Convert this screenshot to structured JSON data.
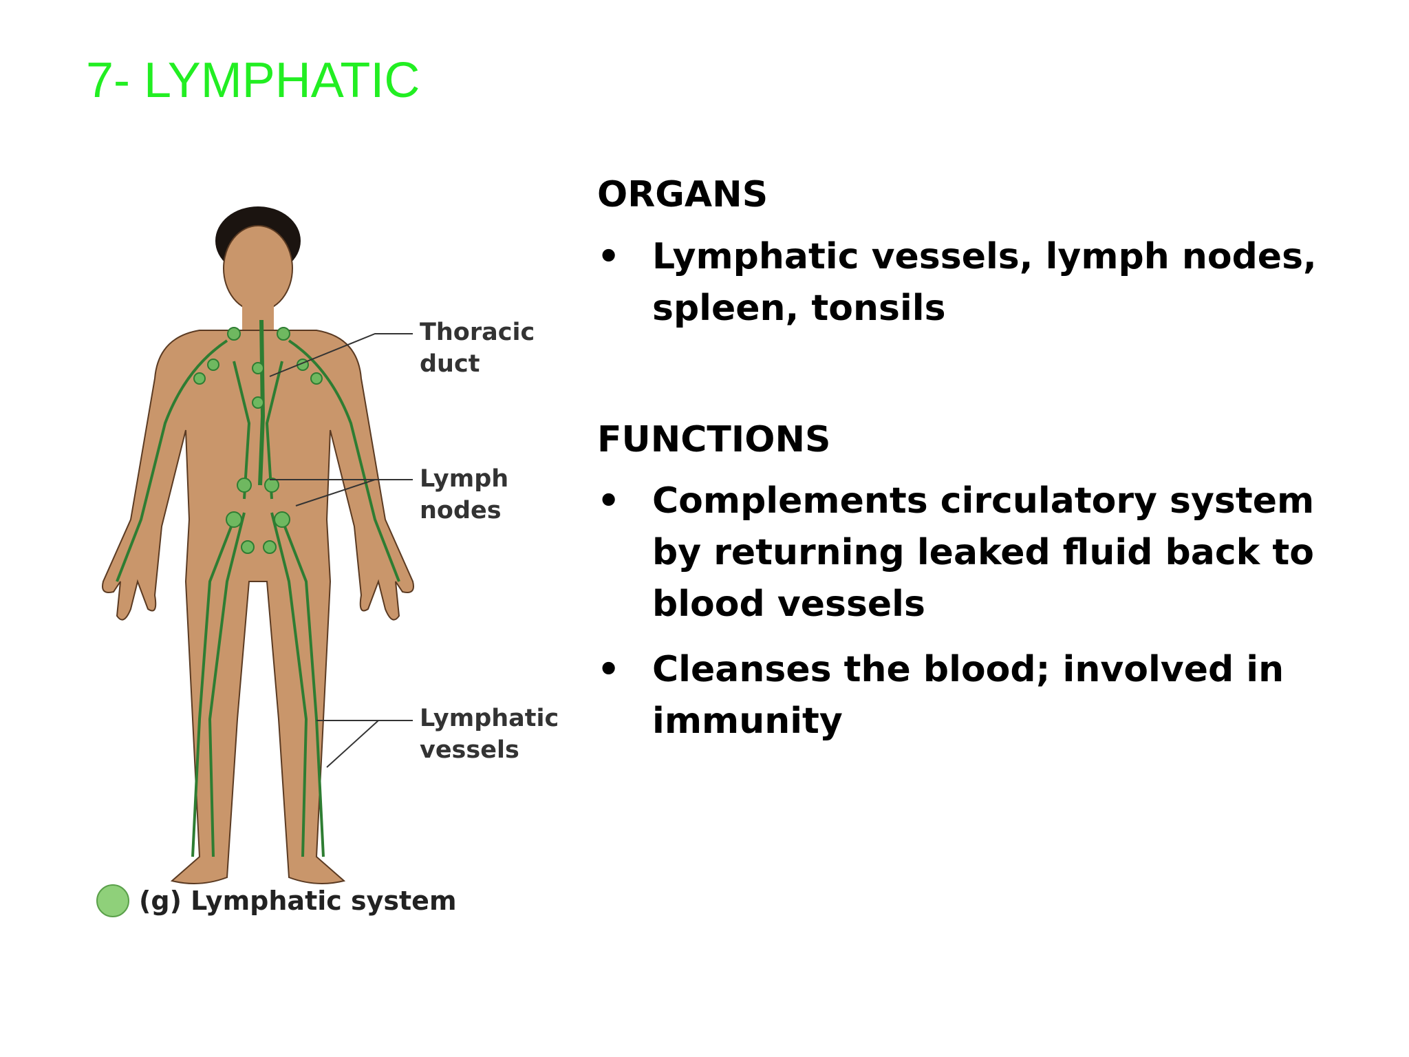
{
  "slide": {
    "title": "7- LYMPHATIC",
    "title_color": "#22ee22"
  },
  "figure": {
    "labels": {
      "thoracic_duct": "Thoracic\nduct",
      "lymph_nodes": "Lymph\nnodes",
      "lymphatic_vessels": "Lymphatic\nvessels"
    },
    "caption": "(g) Lymphatic system",
    "legend_color": "#8fd07a",
    "skin_color": "#c9966b",
    "vessel_color": "#2e7d32"
  },
  "organs": {
    "heading": "ORGANS",
    "bullet": "•",
    "items": [
      "Lymphatic vessels, lymph nodes, spleen, tonsils"
    ]
  },
  "functions": {
    "heading": "FUNCTIONS",
    "bullet": "•",
    "items": [
      "Complements circulatory system by returning leaked fluid back to blood vessels",
      "Cleanses the blood; involved in immunity"
    ]
  }
}
